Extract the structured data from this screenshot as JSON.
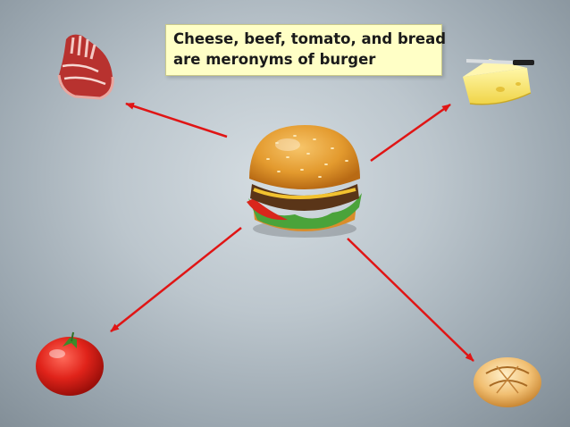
{
  "caption": {
    "line1": "Cheese, beef, tomato, and bread",
    "line2": "are meronyms of burger"
  },
  "center_item": {
    "icon": "burger-icon"
  },
  "parts": [
    {
      "name": "beef",
      "icon": "beef-steak-icon"
    },
    {
      "name": "cheese",
      "icon": "cheese-wedge-icon"
    },
    {
      "name": "tomato",
      "icon": "tomato-icon"
    },
    {
      "name": "bread",
      "icon": "bread-roll-icon"
    }
  ],
  "colors": {
    "arrow": "#e01515",
    "caption_background": "#ffffc6"
  }
}
